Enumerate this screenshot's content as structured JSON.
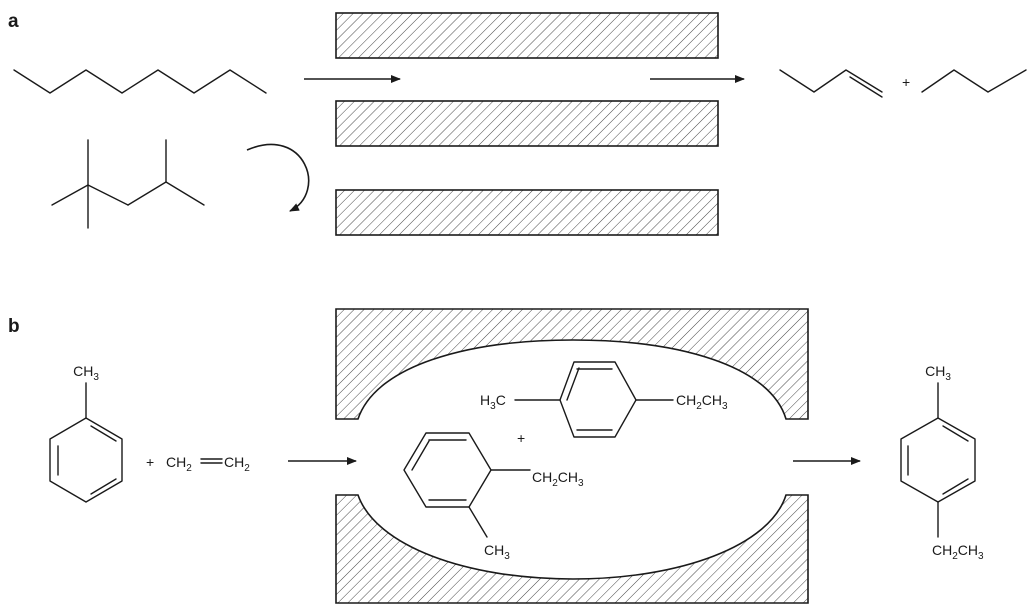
{
  "panels": {
    "a": {
      "label": "a",
      "plus": "+"
    },
    "b": {
      "label": "b",
      "reactant_substituent": [
        "CH",
        "3"
      ],
      "reagent_plus": "+",
      "ethylene": [
        "CH",
        "2",
        "CH",
        "2"
      ],
      "para_left": [
        "H",
        "3",
        "C"
      ],
      "para_right": [
        "CH",
        "2",
        "CH",
        "3"
      ],
      "middle_plus": "+",
      "ortho_ethyl": [
        "CH",
        "2",
        "CH",
        "3"
      ],
      "ortho_methyl": [
        "CH",
        "3"
      ],
      "product_top": [
        "CH",
        "3"
      ],
      "product_bottom": [
        "CH",
        "2",
        "CH",
        "3"
      ]
    }
  }
}
